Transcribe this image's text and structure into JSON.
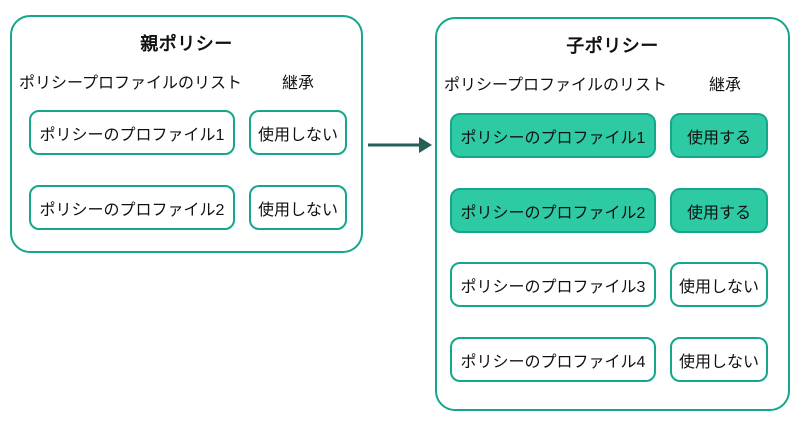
{
  "colors": {
    "border_green": "#14a78c",
    "fill_green": "#2dcaa3",
    "arrow": "#265e58",
    "text": "#111111",
    "bg": "#ffffff"
  },
  "parent_policy": {
    "title": "親ポリシー",
    "list_label": "ポリシープロファイルのリスト",
    "inherit_label": "継承",
    "rows": [
      {
        "profile": "ポリシーのプロファイル1",
        "status": "使用しない",
        "inherited": false
      },
      {
        "profile": "ポリシーのプロファイル2",
        "status": "使用しない",
        "inherited": false
      }
    ]
  },
  "child_policy": {
    "title": "子ポリシー",
    "list_label": "ポリシープロファイルのリスト",
    "inherit_label": "継承",
    "rows": [
      {
        "profile": "ポリシーのプロファイル1",
        "status": "使用する",
        "inherited": true
      },
      {
        "profile": "ポリシーのプロファイル2",
        "status": "使用する",
        "inherited": true
      },
      {
        "profile": "ポリシーのプロファイル3",
        "status": "使用しない",
        "inherited": false
      },
      {
        "profile": "ポリシーのプロファイル4",
        "status": "使用しない",
        "inherited": false
      }
    ]
  },
  "icons": {
    "arrow": {
      "name": "inheritance-arrow",
      "glyph": "→"
    }
  }
}
